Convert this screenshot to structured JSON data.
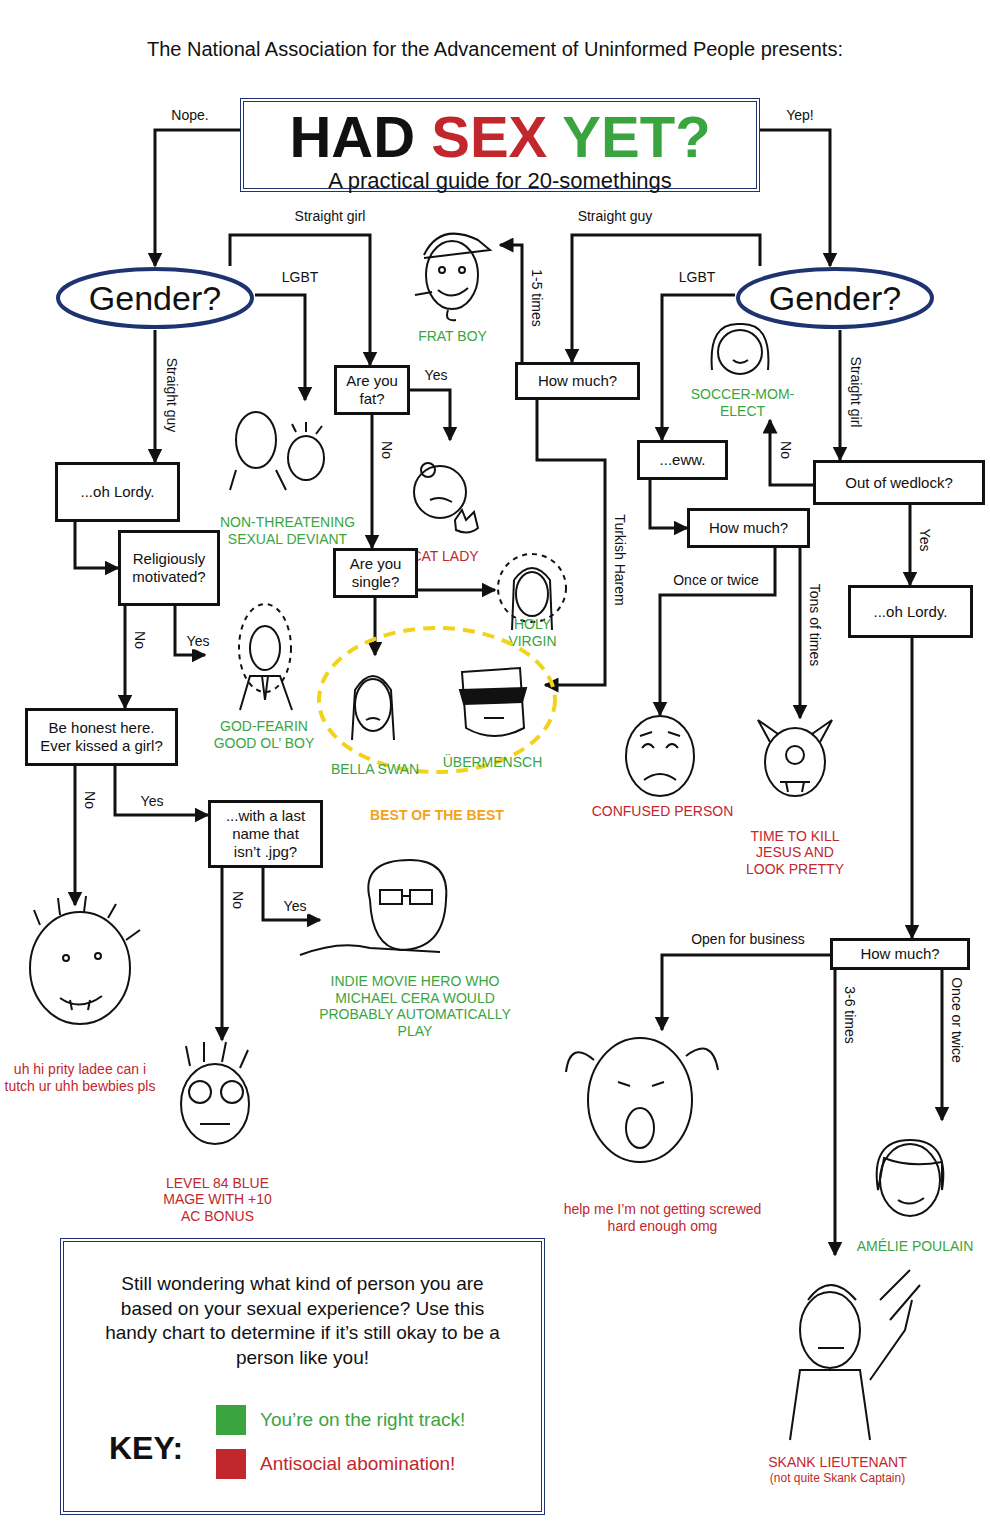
{
  "diagram": {
    "title": "The National Association for the Advancement of Uninformed People presents:",
    "nodes": [
      {
        "text": [
          "HAD SEX YET?",
          "A practical guide for 20-somethings"
        ]
      },
      {
        "text": [
          "Gender?"
        ]
      },
      {
        "text": [
          "FRAT BOY"
        ]
      },
      {
        "text": [
          "Gender?"
        ]
      },
      {
        "text": [
          "Are you fat?"
        ]
      },
      {
        "text": [
          "How much?"
        ]
      },
      {
        "text": [
          "SOCCER-MOM-ELECT"
        ]
      },
      {
        "text": [
          "...oh Lordy."
        ]
      },
      {
        "text": [
          "NON-THREATENING SEXUAL DEVIANT"
        ]
      },
      {
        "text": [
          "CAT LADY"
        ]
      },
      {
        "text": [
          "...eww."
        ]
      },
      {
        "text": [
          "Out of wedlock?"
        ]
      },
      {
        "text": [
          "Religiously motivated?"
        ]
      },
      {
        "text": [
          "Are you single?"
        ]
      },
      {
        "text": [
          "HOLY VIRGIN"
        ]
      },
      {
        "text": [
          "How much?"
        ]
      },
      {
        "text": [
          "...oh Lordy."
        ]
      },
      {
        "text": [
          "GOD-FEARIN GOOD OL’ BOY"
        ]
      },
      {
        "text": [
          "BEST OF THE BEST"
        ]
      },
      {
        "text": [
          "BELLA SWAN"
        ],
        "in": 18
      },
      {
        "text": [
          "ÜBERMENSCH"
        ],
        "in": 18
      },
      {
        "text": [
          "Be honest here. Ever kissed a girl?"
        ]
      },
      {
        "text": [
          "CONFUSED PERSON"
        ]
      },
      {
        "text": [
          "TIME TO KILL JESUS AND LOOK PRETTY"
        ]
      },
      {
        "text": [
          "...with a last name that isn’t .jpg?"
        ]
      },
      {
        "text": [
          "INDIE MOVIE HERO WHO MICHAEL CERA WOULD PROBABLY AUTOMATICALLY PLAY"
        ]
      },
      {
        "text": [
          "How much?"
        ]
      },
      {
        "text": [
          "uh hi prity ladee can i tutch ur uhh bewbies pls"
        ]
      },
      {
        "text": [
          "LEVEL 84 BLUE MAGE WITH +10 AC BONUS"
        ]
      },
      {
        "text": [
          "help me I’m not getting screwed hard enough omg"
        ]
      },
      {
        "text": [
          "AMÉLIE POULAIN"
        ]
      },
      {
        "text": [
          "SKANK LIEUTENANT",
          "(not quite Skank Captain)"
        ]
      },
      {
        "text": [
          "Still wondering what kind of person you are based on your sexual experience? Use this handy chart to determine if it’s still okay to be a person like you!",
          "KEY:"
        ]
      }
    ],
    "edges": [
      {
        "from": 0,
        "to": 1,
        "label": "Nope.",
        "arrow": "to"
      },
      {
        "from": 0,
        "to": 3,
        "label": "Yep!",
        "arrow": "to"
      },
      {
        "from": 1,
        "to": 4,
        "label": "Straight girl",
        "arrow": "to"
      },
      {
        "from": 1,
        "to": 8,
        "label": "LGBT",
        "arrow": "to"
      },
      {
        "from": 1,
        "to": 7,
        "label": "Straight guy",
        "arrow": "to"
      },
      {
        "from": 4,
        "to": 9,
        "label": "Yes",
        "arrow": "to"
      },
      {
        "from": 4,
        "to": 13,
        "label": "No",
        "arrow": "to"
      },
      {
        "from": 13,
        "to": 19,
        "arrow": "to"
      },
      {
        "from": 13,
        "to": 14,
        "arrow": "to"
      },
      {
        "from": 7,
        "to": 12,
        "arrow": "to"
      },
      {
        "from": 12,
        "to": 17,
        "label": "Yes",
        "arrow": "to"
      },
      {
        "from": 12,
        "to": 21,
        "label": "No",
        "arrow": "to"
      },
      {
        "from": 21,
        "to": 27,
        "label": "No",
        "arrow": "to"
      },
      {
        "from": 21,
        "to": 24,
        "label": "Yes",
        "arrow": "to"
      },
      {
        "from": 24,
        "to": 25,
        "label": "Yes",
        "arrow": "to"
      },
      {
        "from": 24,
        "to": 28,
        "label": "No",
        "arrow": "to"
      },
      {
        "from": 3,
        "to": 5,
        "label": "Straight guy",
        "arrow": "to"
      },
      {
        "from": 5,
        "to": 2,
        "label": "1-5 times",
        "arrow": "to"
      },
      {
        "from": 5,
        "to": 20,
        "label": "Turkish Harem",
        "arrow": "to"
      },
      {
        "from": 3,
        "to": 10,
        "label": "LGBT",
        "arrow": "to"
      },
      {
        "from": 10,
        "to": 15,
        "arrow": "to"
      },
      {
        "from": 15,
        "to": 22,
        "label": "Once or twice",
        "arrow": "to"
      },
      {
        "from": 15,
        "to": 23,
        "label": "Tons of times",
        "arrow": "to"
      },
      {
        "from": 3,
        "to": 11,
        "label": "Straight girl",
        "arrow": "to"
      },
      {
        "from": 11,
        "to": 6,
        "label": "No",
        "arrow": "to"
      },
      {
        "from": 11,
        "to": 16,
        "label": "Yes",
        "arrow": "to"
      },
      {
        "from": 16,
        "to": 26,
        "arrow": "to"
      },
      {
        "from": 26,
        "to": 29,
        "label": "Open for business",
        "arrow": "to"
      },
      {
        "from": 26,
        "to": 31,
        "label": "3-6 times",
        "arrow": "to"
      },
      {
        "from": 26,
        "to": 30,
        "label": "Once or twice",
        "arrow": "to"
      }
    ],
    "legend": [
      {
        "text": "You’re on the right track!",
        "color": "#3aa53f"
      },
      {
        "text": "Antisocial abomination!",
        "color": "#c1272d"
      }
    ]
  }
}
